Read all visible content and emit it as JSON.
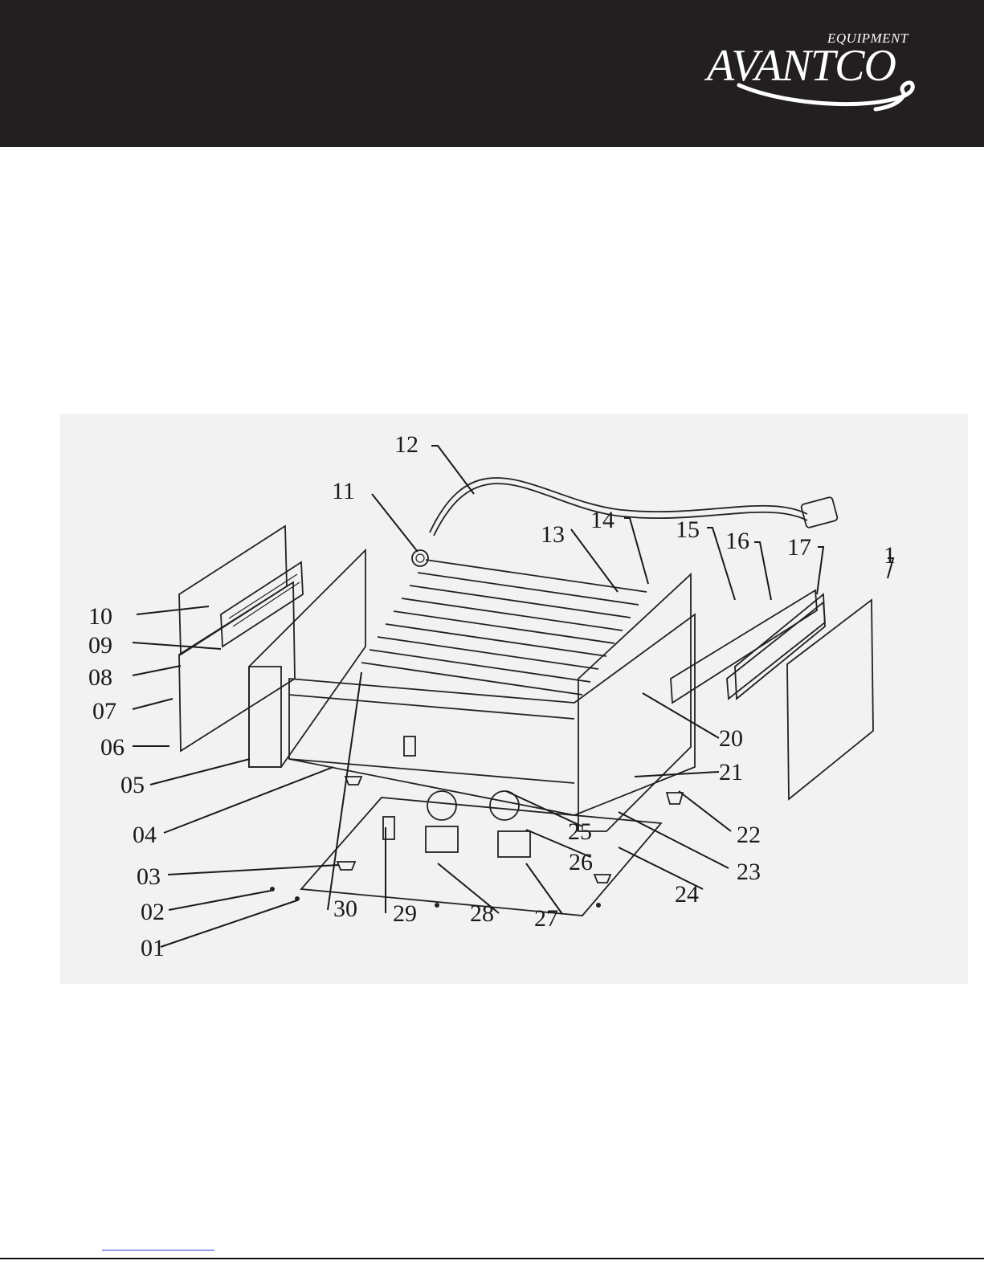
{
  "header": {
    "logo_word": "AVANTCO",
    "logo_sub": "EQUIPMENT",
    "background": "#231f20"
  },
  "diagram": {
    "labels": [
      "01",
      "02",
      "03",
      "04",
      "05",
      "06",
      "07",
      "08",
      "09",
      "10",
      "11",
      "12",
      "13",
      "14",
      "15",
      "16",
      "17",
      "1",
      "20",
      "21",
      "22",
      "23",
      "24",
      "25",
      "26",
      "27",
      "28",
      "29",
      "30"
    ]
  },
  "colors": {
    "link_underline": "#2b3fe0",
    "panel": "#f2f2f2"
  }
}
